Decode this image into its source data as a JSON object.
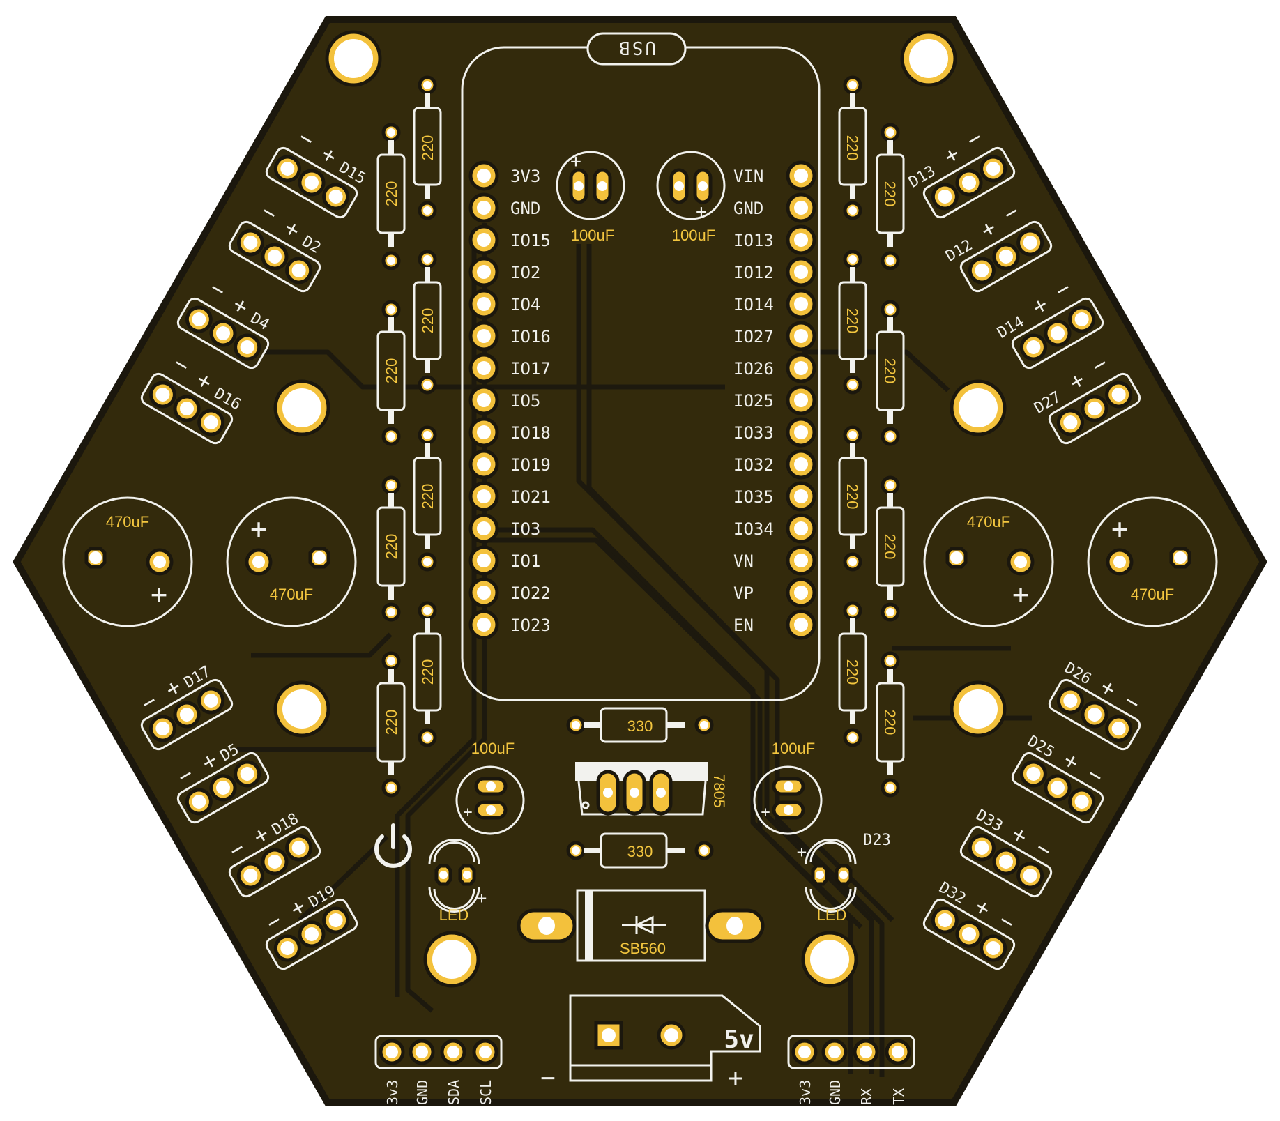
{
  "board": {
    "shape": "hexagon",
    "colors": {
      "background": "#ffffff",
      "soldermask": "#332a0c",
      "edge": "#1b170d",
      "copper_pad": "#f3c13c",
      "drill": "#ffffff",
      "silkscreen": "#f0f0ec",
      "value_text": "#f3c63f"
    }
  },
  "esp32": {
    "connector_label": "USB",
    "left_pins": [
      "3V3",
      "GND",
      "IO15",
      "IO2",
      "IO4",
      "IO16",
      "IO17",
      "IO5",
      "IO18",
      "IO19",
      "IO21",
      "IO3",
      "IO1",
      "IO22",
      "IO23"
    ],
    "right_pins": [
      "VIN",
      "GND",
      "IO13",
      "IO12",
      "IO14",
      "IO27",
      "IO26",
      "IO25",
      "IO33",
      "IO32",
      "IO35",
      "IO34",
      "VN",
      "VP",
      "EN"
    ]
  },
  "capacitors": {
    "small_top_left": "100uF",
    "small_top_right": "100uF",
    "small_bottom_left": "100uF",
    "small_bottom_right": "100uF",
    "large_1": "470uF",
    "large_2": "470uF",
    "large_3": "470uF",
    "large_4": "470uF",
    "plus": "+"
  },
  "resistors": {
    "led_value": "220",
    "power_led_value": "330"
  },
  "regulator": {
    "label": "7805"
  },
  "diode": {
    "label": "SB560"
  },
  "leds": {
    "left_label": "LED",
    "right_label": "LED",
    "plus": "+"
  },
  "led_headers": {
    "left": [
      {
        "ref": "D15"
      },
      {
        "ref": "D2"
      },
      {
        "ref": "D4"
      },
      {
        "ref": "D16"
      },
      {
        "ref": "D17"
      },
      {
        "ref": "D5"
      },
      {
        "ref": "D18"
      },
      {
        "ref": "D19"
      }
    ],
    "right": [
      {
        "ref": "D13"
      },
      {
        "ref": "D12"
      },
      {
        "ref": "D14"
      },
      {
        "ref": "D27"
      },
      {
        "ref": "D26"
      },
      {
        "ref": "D25"
      },
      {
        "ref": "D33"
      },
      {
        "ref": "D32"
      }
    ],
    "minus": "−",
    "plus": "+"
  },
  "misc_labels": {
    "d23": "D23"
  },
  "power_input": {
    "label": "5v",
    "minus": "−",
    "plus": "+"
  },
  "i2c_header": {
    "pins": [
      "3v3",
      "GND",
      "SDA",
      "SCL"
    ]
  },
  "uart_header": {
    "pins": [
      "3v3",
      "GND",
      "RX",
      "TX"
    ]
  },
  "icons": {
    "power_symbol": "power-icon",
    "diode_symbol": "diode-icon"
  }
}
